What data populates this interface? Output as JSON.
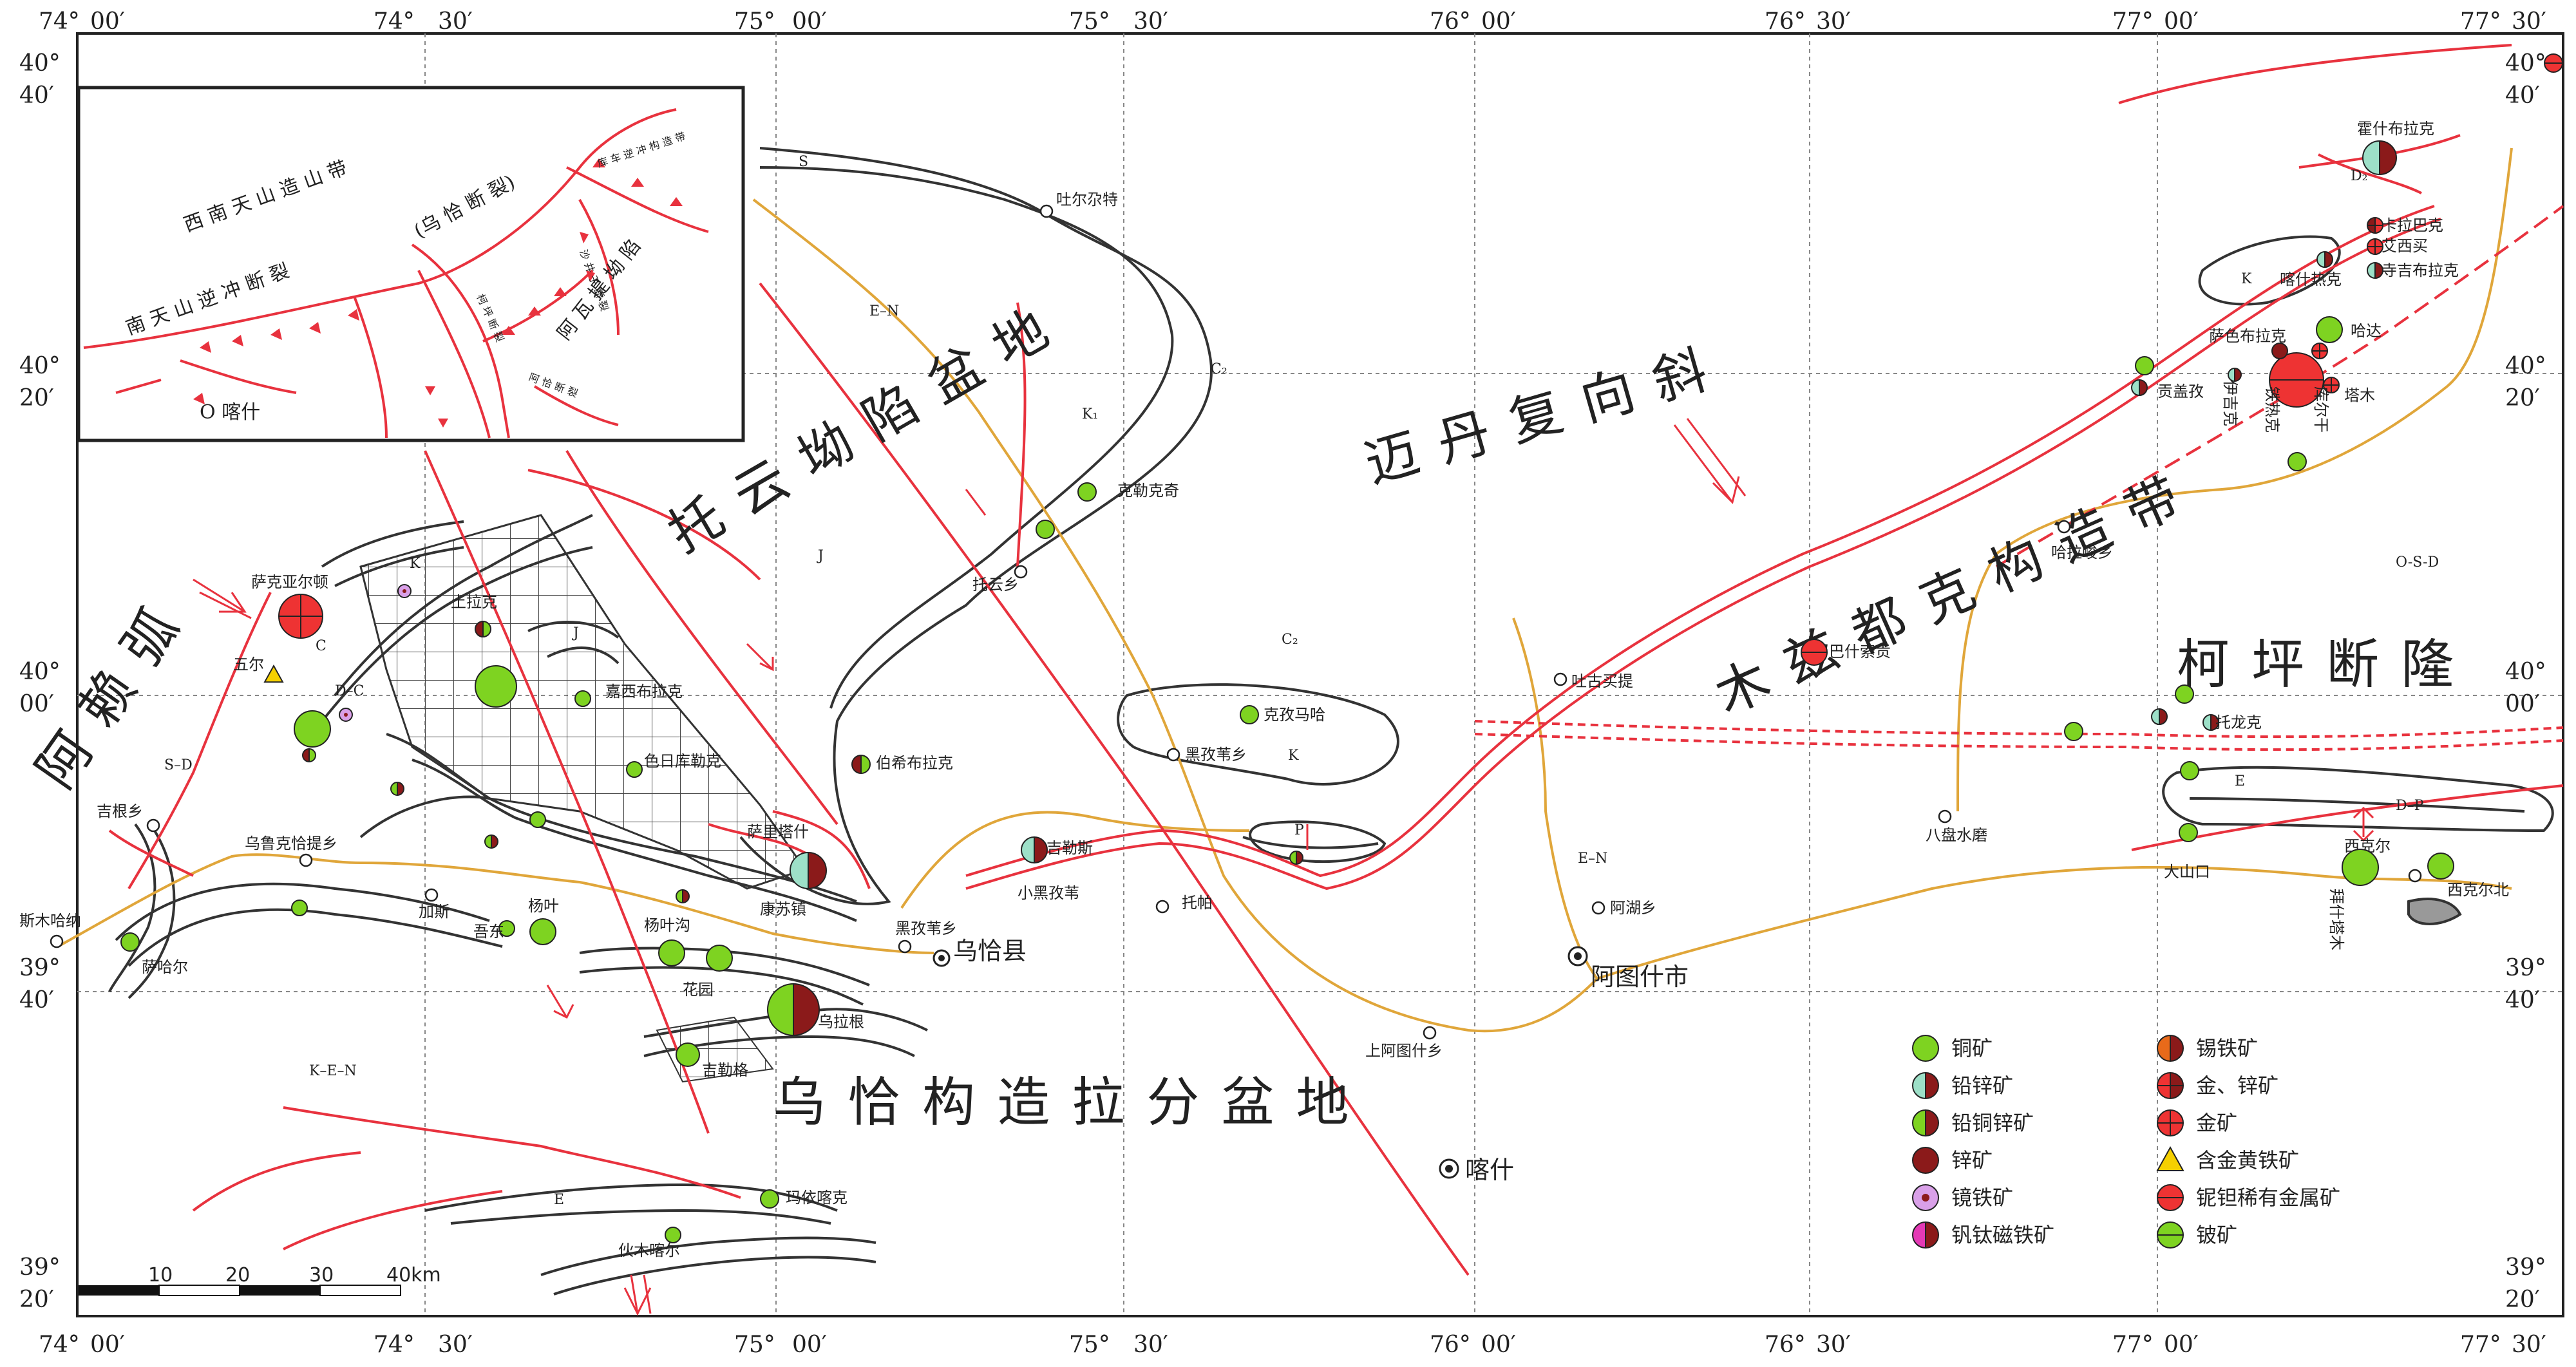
{
  "coords": {
    "top": [
      "74°",
      "00′",
      "74°",
      "30′",
      "75°",
      "00′",
      "75°",
      "30′",
      "76°",
      "00′",
      "76°",
      "30′",
      "77°",
      "00′",
      "77°",
      "30′"
    ],
    "bottom": [
      "74°",
      "00′",
      "74°",
      "30′",
      "75°",
      "00′",
      "75°",
      "30′",
      "76°",
      "00′",
      "76°",
      "30′",
      "77°",
      "00′",
      "77°",
      "30′"
    ],
    "left": [
      "40°",
      "40′",
      "40°",
      "20′",
      "40°",
      "00′",
      "39°",
      "40′",
      "39°",
      "20′"
    ],
    "right": [
      "40°",
      "40′",
      "40°",
      "20′",
      "40°",
      "00′",
      "39°",
      "40′",
      "39°",
      "20′"
    ]
  },
  "regions": {
    "tuoyun": "托 云 坳 陷 盆 地",
    "maidan": "迈 丹 复 向 斜",
    "muzi": "木 兹 都 克 构 造 带",
    "kepin": "柯 坪 断 隆",
    "alai": "阿 赖 弧",
    "wuqia": "乌 恰 构 造 拉 分 盆 地"
  },
  "places": {
    "atushi": "阿图什市",
    "wuqia": "乌恰县",
    "kashi": "喀什",
    "toyun": "托云乡",
    "tuergate": "吐尔尕特",
    "heiziwei": "黑孜苇乡",
    "tuopa": "托帕",
    "shangatushi": "上阿图什乡",
    "haladjun": "哈拉峻乡",
    "bashi": "巴什索贡",
    "tugutiti": "吐古买提",
    "bapanshui": "八盘水磨",
    "dashankou": "大山口",
    "xikeer": "西克尔",
    "ajitati": "阿湖乡",
    "jigen": "吉根乡",
    "sikemuhan": "斯木哈纳",
    "wulugqia": "乌鲁克恰提乡",
    "kangsu": "康苏镇",
    "heizi2": "黑孜苇乡",
    "saliyaerdun": "萨克亚尔顿",
    "wuerfu": "五尔",
    "salitashi": "萨里塔什",
    "wulagen": "乌拉根",
    "jiluge": "吉勒格",
    "mayinkake": "玛依喀克",
    "yimuhaer": "伙木喀尔",
    "huayuan": "花园",
    "yangyegou": "杨叶沟",
    "yangye": "杨叶",
    "wuche": "吾东",
    "jiasi": "加斯",
    "saihaer": "萨哈尔",
    "tuolage": "土拉克",
    "bolinggou": "伯希布拉克",
    "jiaxibulake": "嘉西布拉克",
    "saerkuolake": "色日库勒克",
    "kezimaha": "克孜马哈",
    "xiaoheiziwei": "小黑孜苇",
    "jiasilesi": "吉勒斯",
    "kelekeqi": "克勒克奇",
    "keshengbulake": "霍什布拉克",
    "kala": "卡拉巴克",
    "aixi": "艾西买",
    "sijibulake": "寺吉布拉克",
    "kashuerke": "喀什热克",
    "salebulake": "萨色布拉克",
    "gongtashi": "贡盖孜",
    "hada": "哈达",
    "tamu": "塔木",
    "tiereke": "铁热克",
    "kuerkan": "库尔干",
    "yijiker": "伊吉克",
    "bijiwusi": "拜什塔木",
    "xikeer2": "西克尔北",
    "tuolongke": "托龙克",
    "osd": "O-S-D"
  },
  "geology": {
    "EN": "E–N",
    "C2": "C₂",
    "K": "K",
    "J": "J",
    "KEN": "K–E–N",
    "SD": "S–D",
    "DC": "D–C",
    "DP": "D–P",
    "E": "E",
    "P": "P",
    "K1": "K₁",
    "S": "S",
    "D2": "D₂",
    "C": "C"
  },
  "inset": {
    "belt": "西 南 天 山 造 山 带",
    "fault1": "南 天 山 逆 冲 断 裂",
    "fault2": "(乌 恰 断 裂)",
    "kuche": "库 车 逆 冲 构 造 带",
    "awati": "阿 瓦 提 坳 陷",
    "kashi": "O 喀什",
    "shajing": "沙 井 子 断 裂",
    "keping": "柯 坪 断 裂",
    "pingshi": "阿 恰 断 裂"
  },
  "legend": [
    {
      "label": "铜矿",
      "left": "#7ed321",
      "right": "#7ed321",
      "mark": "none"
    },
    {
      "label": "铅锌矿",
      "left": "#9de0c8",
      "right": "#8b1a1a",
      "mark": "none"
    },
    {
      "label": "铅铜锌矿",
      "left": "#7ed321",
      "right": "#8b1a1a",
      "mark": "none"
    },
    {
      "label": "锌矿",
      "left": "#8b1a1a",
      "right": "#8b1a1a",
      "mark": "none"
    },
    {
      "label": "镜铁矿",
      "left": "#d9a0e8",
      "right": "#d9a0e8",
      "mark": "dot"
    },
    {
      "label": "钒钛磁铁矿",
      "left": "#e43ab5",
      "right": "#8b1a1a",
      "mark": "none"
    },
    {
      "label": "锡铁矿",
      "left": "#e86a1a",
      "right": "#8b1a1a",
      "mark": "none"
    },
    {
      "label": "金、锌矿",
      "left": "#e33",
      "right": "#8b1a1a",
      "mark": "cross"
    },
    {
      "label": "金矿",
      "left": "#e33",
      "right": "#e33",
      "mark": "cross"
    },
    {
      "label": "含金黄铁矿",
      "left": "#f5d000",
      "right": "#f5d000",
      "mark": "triangle"
    },
    {
      "label": "铌钽稀有金属矿",
      "left": "#e33",
      "right": "#e33",
      "mark": "line"
    },
    {
      "label": "铍矿",
      "left": "#7ed321",
      "right": "#7ed321",
      "mark": "line"
    }
  ],
  "scale": {
    "labels": [
      "10",
      "20",
      "30",
      "40km"
    ]
  },
  "colors": {
    "fault": "#e8323e",
    "road": "#e0a63a",
    "contour": "#333333",
    "copper": "#7ed321",
    "zinc": "#8b1a1a"
  }
}
